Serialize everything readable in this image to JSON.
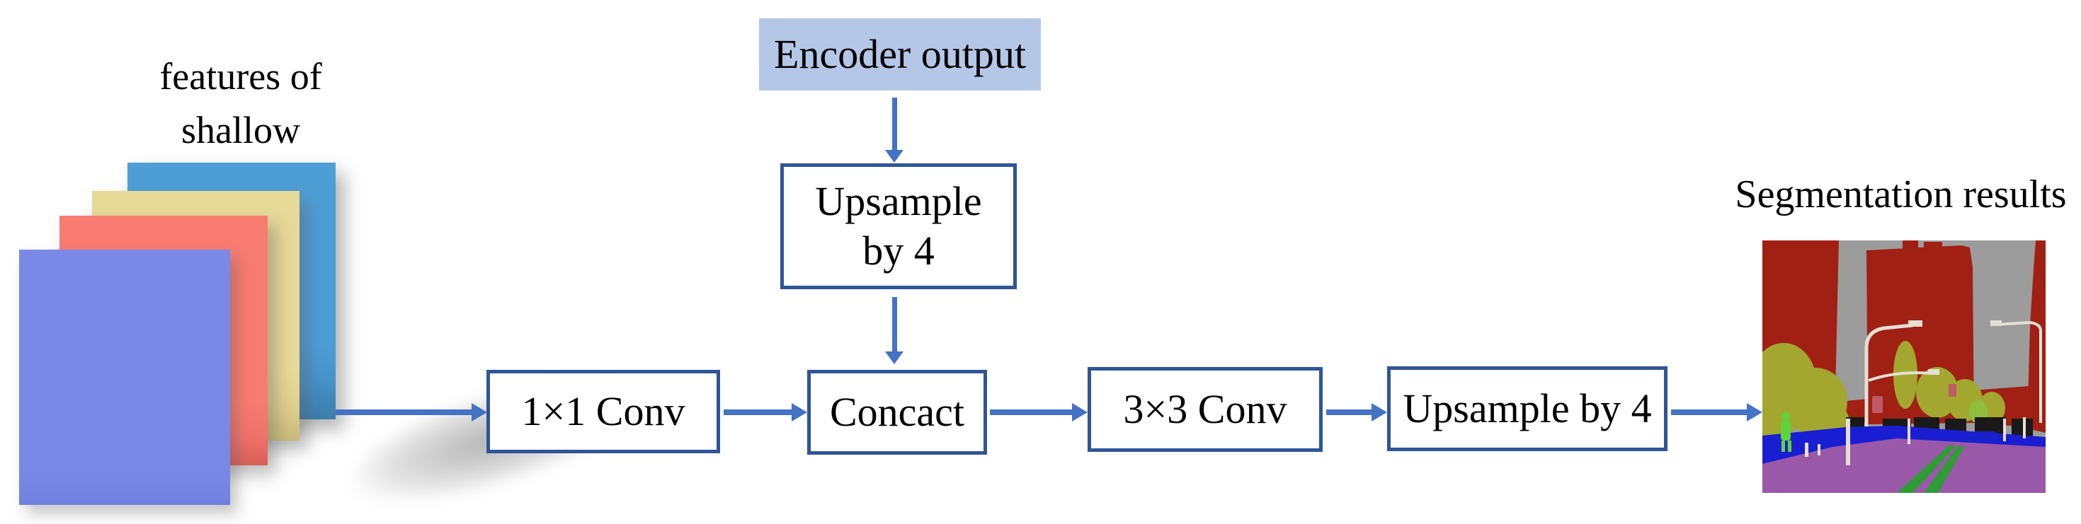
{
  "labels": {
    "stack_line1": "features of",
    "stack_line2": "shallow",
    "encoder_output": "Encoder output",
    "upsample_line1": "Upsample",
    "upsample_line2": "by 4",
    "conv_1x1": "1×1 Conv",
    "concact": "Concact",
    "conv_3x3": "3×3 Conv",
    "upsample_by_4": "Upsample by 4",
    "segmentation_results": "Segmentation results"
  },
  "colors": {
    "arrow": "#4472C4",
    "box_border": "#2F5597",
    "encoder_fill": "#B4C7E7",
    "feature_map_front": "#7B89E6",
    "feature_map_2": "#F87B72",
    "feature_map_3": "#E7D998",
    "feature_map_back": "#4E9ED6"
  },
  "segmentation_palette": {
    "sky": "#9C9C9C",
    "building": "#A02013",
    "vegetation": "#A3A72F",
    "vegetation_light": "#8FBE3F",
    "sidewalk": "#1A1ED2",
    "road": "#9A58A8",
    "lane_marking": "#2F9C35",
    "car": "#1822CC",
    "person": "#5ED33B",
    "pole": "#E4E0D6",
    "dark_object": "#191919",
    "traffic_light": "#C05A66"
  }
}
